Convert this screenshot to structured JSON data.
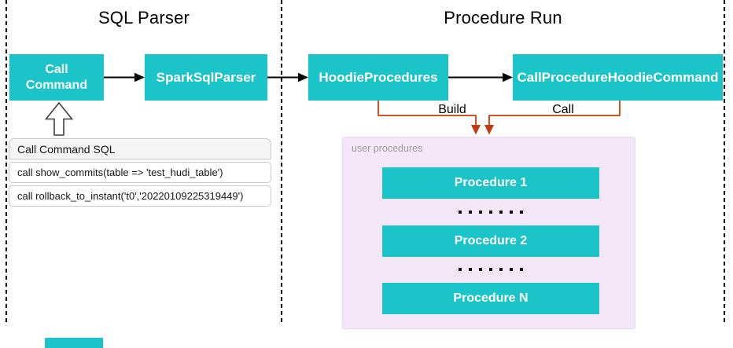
{
  "sections": {
    "sql_parser": {
      "title": "SQL Parser"
    },
    "procedure_run": {
      "title": "Procedure Run"
    }
  },
  "nodes": {
    "call_command": "Call Command",
    "spark_sql_parser": "SparkSqlParser",
    "hoodie_procedures": "HoodieProcedures",
    "call_procedure_hoodie_command": "CallProcedureHoodieCommand"
  },
  "sql_panel": {
    "header": "Call Command SQL",
    "rows": [
      "call show_commits(table => 'test_hudi_table')",
      "call rollback_to_instant('t0','20220109225319449')"
    ]
  },
  "connectors": {
    "build_label": "Build",
    "call_label": "Call"
  },
  "user_procedures": {
    "label": "user procedures",
    "items": [
      "Procedure 1",
      "Procedure 2",
      "Procedure N"
    ],
    "separator_dot_count": 7
  },
  "colors": {
    "node_teal": "#1BC4C8",
    "orange_connector": "#D0511F",
    "orange_arrowhead": "#C13A12",
    "purple_panel_bg": "#F3E6F7",
    "panel_header_bg": "#F5F5F5",
    "panel_border": "#C9C9C9",
    "muted_label": "#9C9C9C"
  }
}
